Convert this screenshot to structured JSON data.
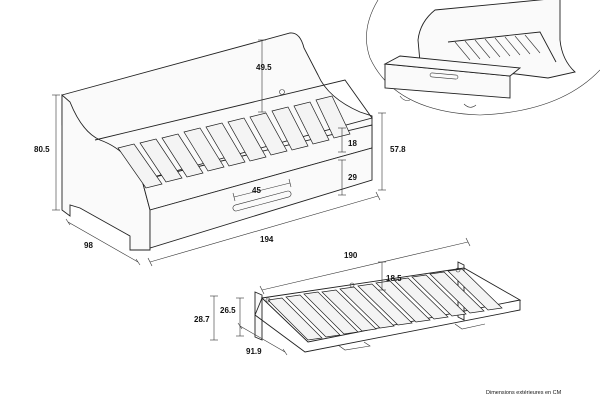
{
  "dimensions": {
    "height_total": "80.5",
    "depth": "98",
    "length": "194",
    "backrest_height": "49.5",
    "upper_side_height": "57.8",
    "mattress_gap": "18",
    "drawer_height": "29",
    "handle_width": "45",
    "trundle_length": "190",
    "trundle_slat_gap": "18.5",
    "trundle_outer_height": "28.7",
    "trundle_frame_height": "26.5",
    "trundle_depth": "91.9"
  },
  "footnote": "Dimensions extérieures en CM"
}
